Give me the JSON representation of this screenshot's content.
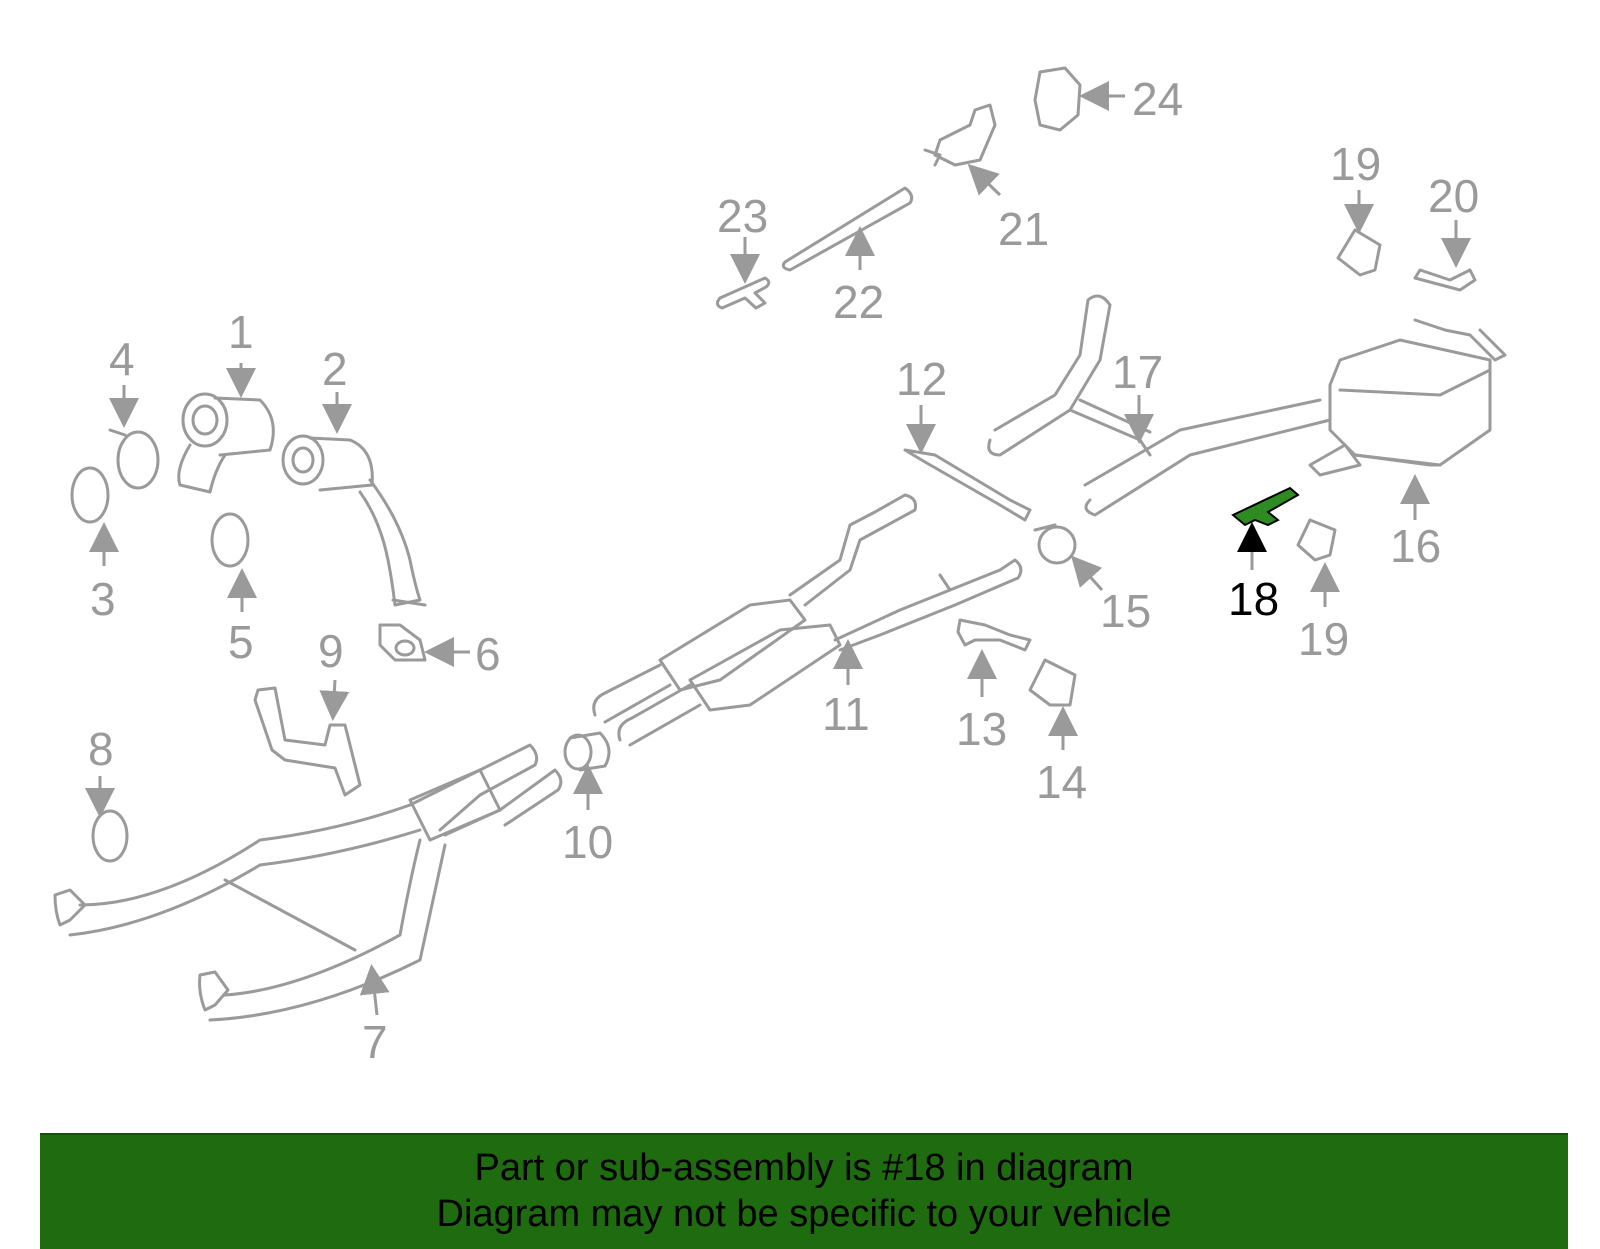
{
  "diagram": {
    "highlighted_part": "18",
    "colors": {
      "line": "#9a9a9a",
      "highlight_fill": "#2e8b22",
      "highlight_label": "#000000",
      "banner_bg": "#1f6b0f"
    },
    "callouts": {
      "c1": "1",
      "c2": "2",
      "c3": "3",
      "c4": "4",
      "c5": "5",
      "c6": "6",
      "c7": "7",
      "c8": "8",
      "c9": "9",
      "c10": "10",
      "c11": "11",
      "c12": "12",
      "c13": "13",
      "c14": "14",
      "c15": "15",
      "c16": "16",
      "c17": "17",
      "c18": "18",
      "c19a": "19",
      "c19b": "19",
      "c20": "20",
      "c21": "21",
      "c22": "22",
      "c23": "23",
      "c24": "24"
    }
  },
  "banner": {
    "line1": "Part or sub-assembly is #18 in diagram",
    "line2": "Diagram may not be specific to your vehicle"
  }
}
